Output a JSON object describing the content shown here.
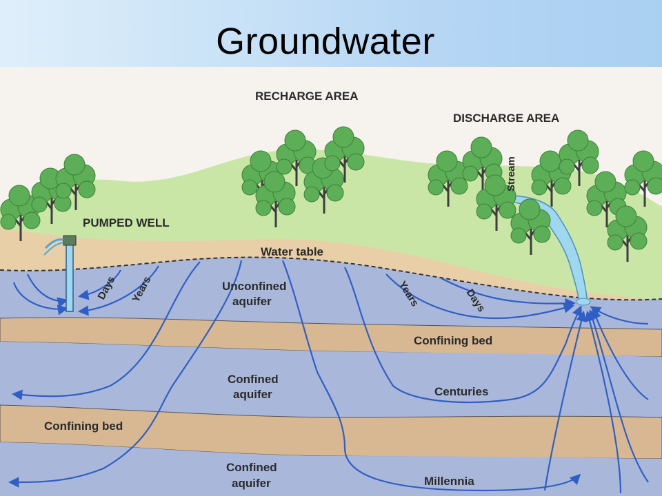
{
  "title": "Groundwater",
  "labels": {
    "recharge_area": "RECHARGE AREA",
    "discharge_area": "DISCHARGE AREA",
    "pumped_well": "PUMPED WELL",
    "stream": "Stream",
    "water_table": "Water table",
    "unconfined_aquifer_line1": "Unconfined",
    "unconfined_aquifer_line2": "aquifer",
    "days_left": "Days",
    "years_left": "Years",
    "years_right": "Years",
    "days_right": "Days",
    "confining_bed_upper": "Confining bed",
    "confined_aquifer_upper_line1": "Confined",
    "confined_aquifer_upper_line2": "aquifer",
    "centuries": "Centuries",
    "confining_bed_lower": "Confining bed",
    "confined_aquifer_lower_line1": "Confined",
    "confined_aquifer_lower_line2": "aquifer",
    "millennia": "Millennia"
  },
  "colors": {
    "sky_header": "#b6d6f4",
    "grass": "#c9e6a6",
    "soil": "#e9cfa8",
    "aquifer": "#a9b7da",
    "confining_bed": "#d7b893",
    "flow_line": "#2f5fc4",
    "stream": "#9fd6f0",
    "tree_foliage": "#5cae57"
  }
}
